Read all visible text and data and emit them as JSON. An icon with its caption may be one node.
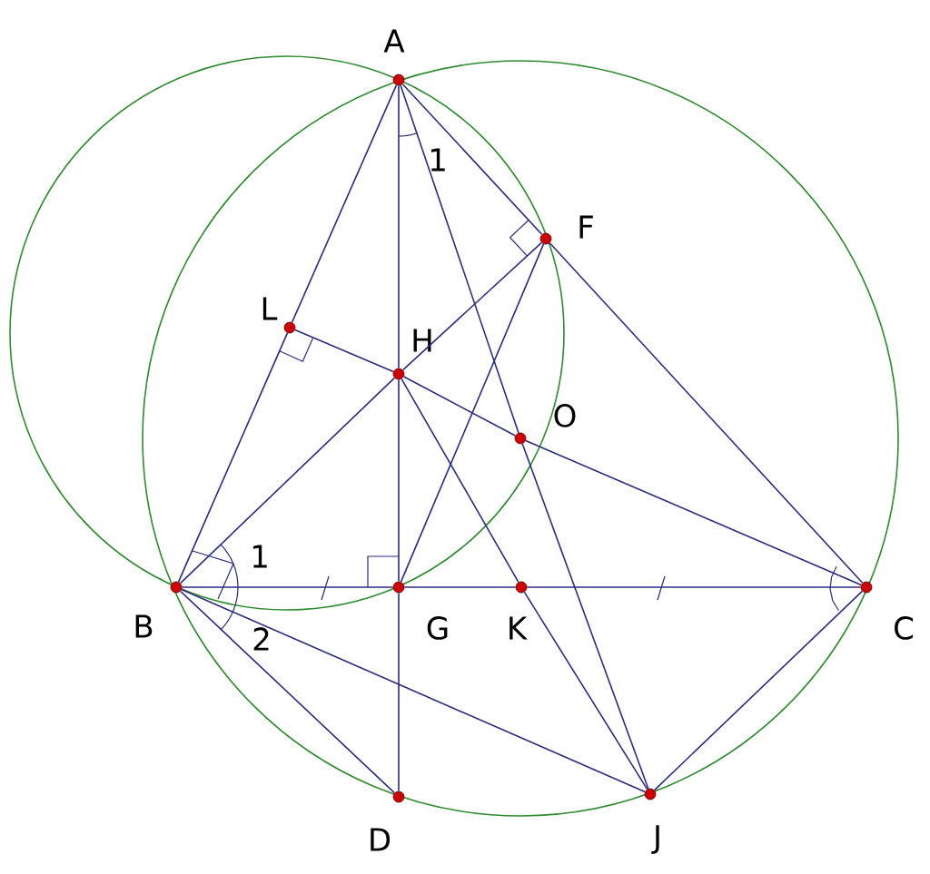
{
  "diagram": {
    "nodes": [
      {
        "text": [
          "A"
        ]
      },
      {
        "text": [
          "F"
        ]
      },
      {
        "text": [
          "L"
        ]
      },
      {
        "text": [
          "H"
        ]
      },
      {
        "text": [
          "O"
        ]
      },
      {
        "text": [
          "B"
        ]
      },
      {
        "text": [
          "G"
        ]
      },
      {
        "text": [
          "K"
        ]
      },
      {
        "text": [
          "C"
        ]
      },
      {
        "text": [
          "D"
        ]
      },
      {
        "text": [
          "J"
        ]
      }
    ],
    "edges": [
      {
        "from": 0,
        "to": 2,
        "arrow": "none"
      },
      {
        "from": 2,
        "to": 5,
        "arrow": "none"
      },
      {
        "from": 0,
        "to": 1,
        "arrow": "none"
      },
      {
        "from": 1,
        "to": 8,
        "arrow": "none"
      },
      {
        "from": 0,
        "to": 3,
        "arrow": "none"
      },
      {
        "from": 3,
        "to": 6,
        "arrow": "none"
      },
      {
        "from": 6,
        "to": 9,
        "arrow": "none"
      },
      {
        "from": 0,
        "to": 4,
        "arrow": "none"
      },
      {
        "from": 4,
        "to": 10,
        "arrow": "none"
      },
      {
        "from": 2,
        "to": 3,
        "arrow": "none"
      },
      {
        "from": 3,
        "to": 4,
        "arrow": "none"
      },
      {
        "from": 4,
        "to": 8,
        "arrow": "none"
      },
      {
        "from": 5,
        "to": 3,
        "arrow": "none"
      },
      {
        "from": 3,
        "to": 1,
        "arrow": "none"
      },
      {
        "from": 5,
        "to": 6,
        "arrow": "none"
      },
      {
        "from": 6,
        "to": 7,
        "arrow": "none"
      },
      {
        "from": 7,
        "to": 8,
        "arrow": "none"
      },
      {
        "from": 5,
        "to": 9,
        "arrow": "none"
      },
      {
        "from": 5,
        "to": 10,
        "arrow": "none"
      },
      {
        "from": 8,
        "to": 10,
        "arrow": "none"
      },
      {
        "from": 1,
        "to": 6,
        "arrow": "none"
      },
      {
        "from": 3,
        "to": 7,
        "arrow": "none"
      },
      {
        "from": 7,
        "to": 10,
        "arrow": "none"
      }
    ],
    "labels": [
      "1",
      "1",
      "2"
    ]
  }
}
